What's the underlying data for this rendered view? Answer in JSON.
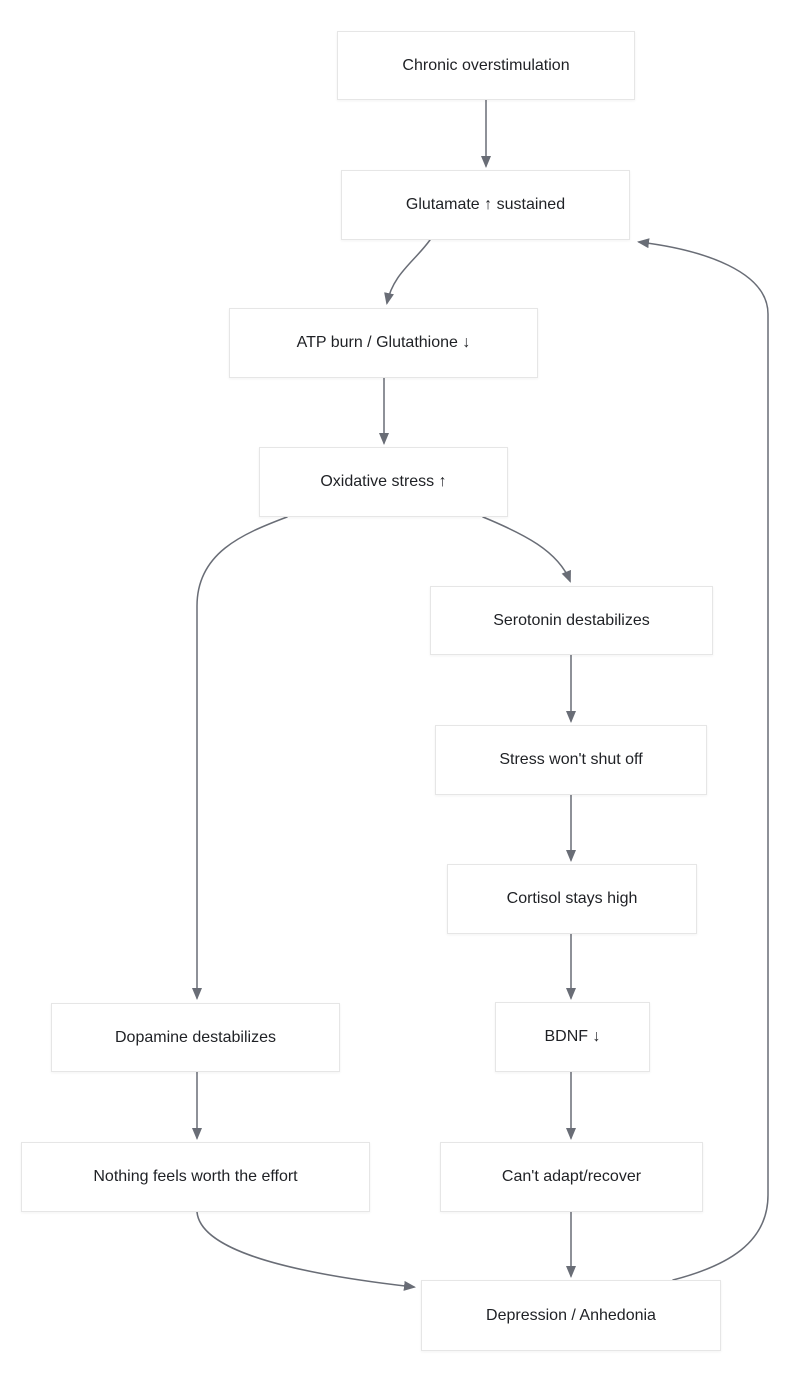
{
  "diagram": {
    "type": "flowchart",
    "direction": "top-down",
    "colors": {
      "background": "#ffffff",
      "node_fill": "#ffffff",
      "node_border": "#e6e6e6",
      "text": "#1f2125",
      "edge": "#696d76"
    },
    "nodes": [
      {
        "id": "chronic",
        "label": "Chronic overstimulation"
      },
      {
        "id": "glutamate",
        "label": "Glutamate ↑ sustained"
      },
      {
        "id": "atp",
        "label": "ATP burn / Glutathione ↓"
      },
      {
        "id": "oxidative",
        "label": "Oxidative stress ↑"
      },
      {
        "id": "serotonin",
        "label": "Serotonin destabilizes"
      },
      {
        "id": "stress",
        "label": "Stress won't shut off"
      },
      {
        "id": "cortisol",
        "label": "Cortisol stays high"
      },
      {
        "id": "bdnf",
        "label": "BDNF ↓"
      },
      {
        "id": "cant",
        "label": "Can't adapt/recover"
      },
      {
        "id": "dopamine",
        "label": "Dopamine destabilizes"
      },
      {
        "id": "nothing",
        "label": "Nothing feels worth the effort"
      },
      {
        "id": "depression",
        "label": "Depression / Anhedonia"
      }
    ],
    "edges": [
      {
        "from": "chronic",
        "to": "glutamate"
      },
      {
        "from": "glutamate",
        "to": "atp"
      },
      {
        "from": "atp",
        "to": "oxidative"
      },
      {
        "from": "oxidative",
        "to": "serotonin"
      },
      {
        "from": "oxidative",
        "to": "dopamine"
      },
      {
        "from": "serotonin",
        "to": "stress"
      },
      {
        "from": "stress",
        "to": "cortisol"
      },
      {
        "from": "cortisol",
        "to": "bdnf"
      },
      {
        "from": "bdnf",
        "to": "cant"
      },
      {
        "from": "cant",
        "to": "depression"
      },
      {
        "from": "dopamine",
        "to": "nothing"
      },
      {
        "from": "nothing",
        "to": "depression"
      },
      {
        "from": "depression",
        "to": "glutamate"
      }
    ]
  }
}
